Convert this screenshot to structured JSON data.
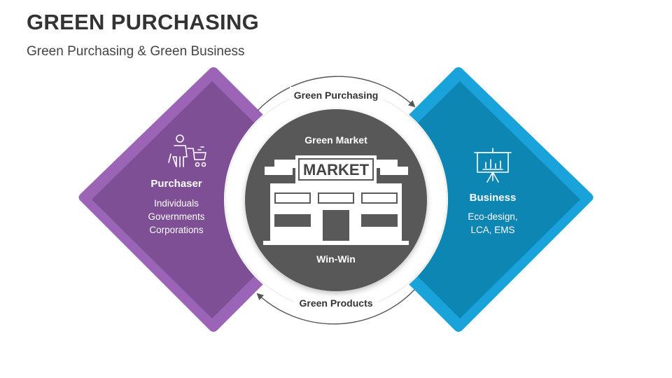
{
  "title": "GREEN PURCHASING",
  "subtitle": "Green Purchasing & Green Business",
  "left_panel": {
    "title": "Purchaser",
    "lines": [
      "Individuals",
      "Governments",
      "Corporations"
    ],
    "icon": "shopper-with-cart-icon",
    "color": "#8E5BA6"
  },
  "right_panel": {
    "title": "Business",
    "lines": [
      "Eco-design,",
      "LCA, EMS"
    ],
    "icon": "presentation-board-icon",
    "color": "#1A8DBF"
  },
  "center": {
    "top_label": "Green Market",
    "sign": "MARKET",
    "bottom_label": "Win-Win",
    "icon": "market-building-icon",
    "color": "#595959"
  },
  "arrows": {
    "top": "Green Purchasing",
    "bottom": "Green Products"
  }
}
